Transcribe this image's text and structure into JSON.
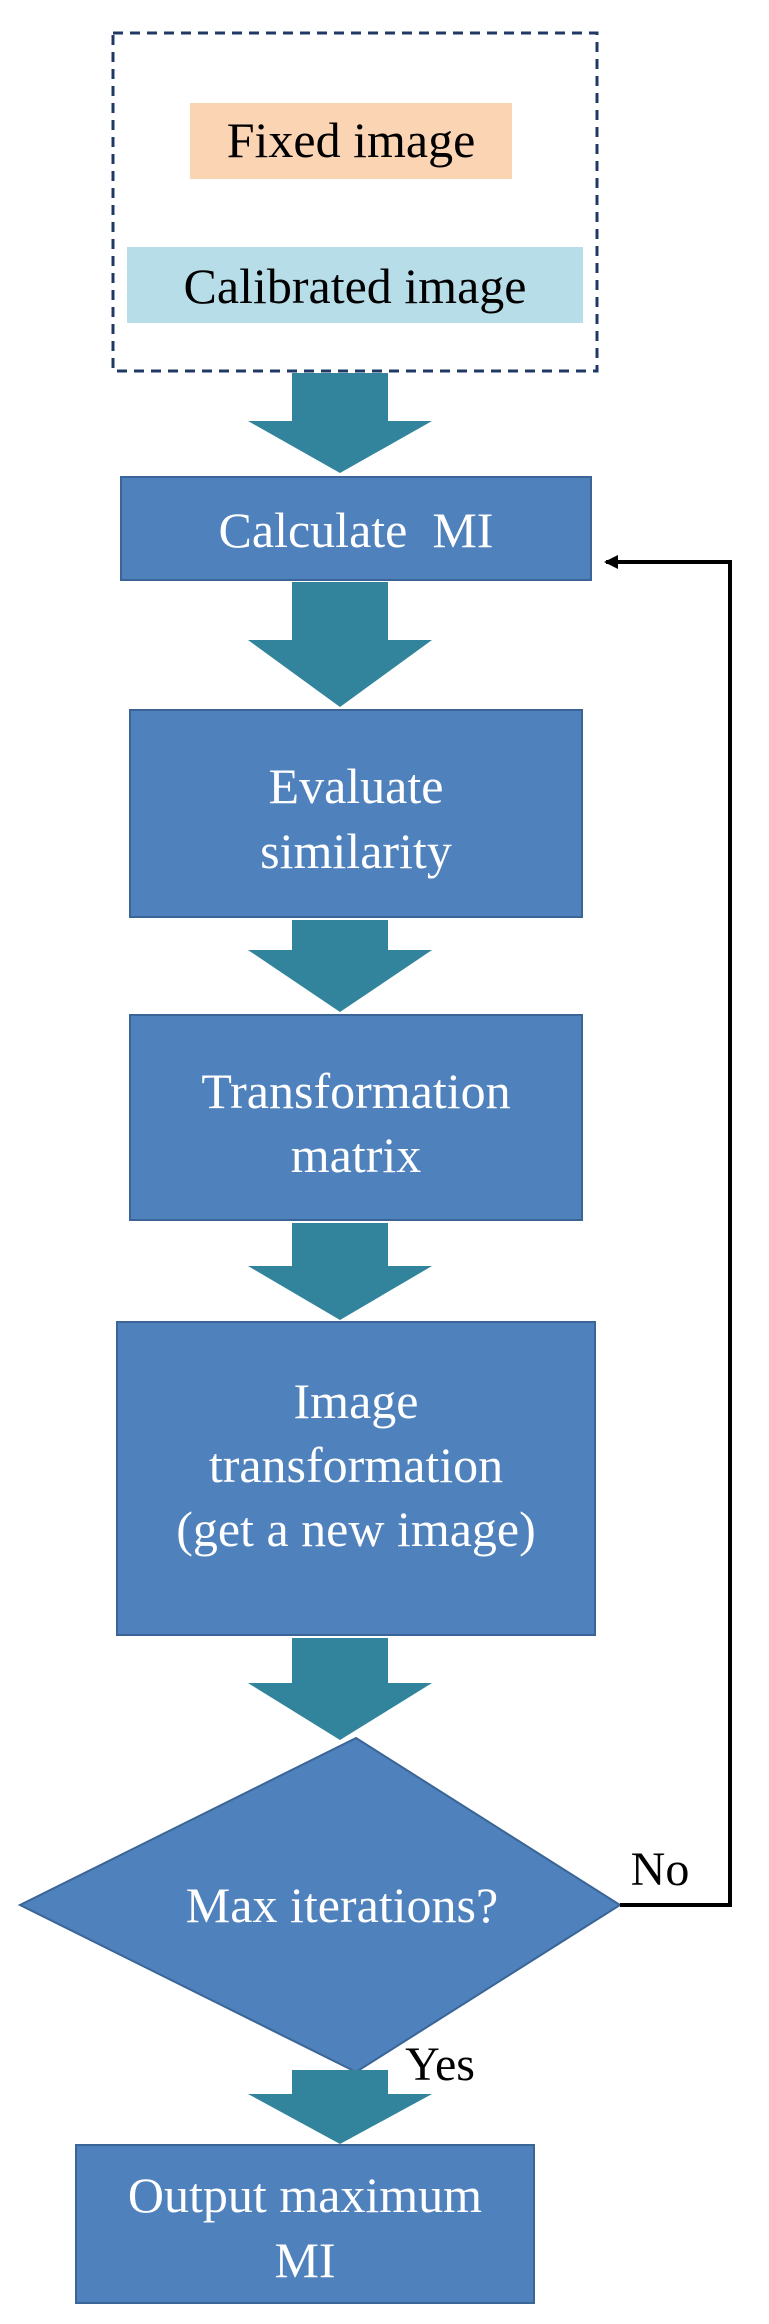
{
  "colors": {
    "box_fill": "#4f81bd",
    "box_stroke": "#3a6596",
    "arrow_fill": "#31849b",
    "fixed_fill": "#fbd4b4",
    "calibrated_fill": "#b7dde8",
    "dashed_border": "#1f3864",
    "loop_line": "#000000"
  },
  "input_group": {
    "fixed_label": "Fixed image",
    "calibrated_label": "Calibrated image"
  },
  "steps": {
    "calculate": "Calculate  MI",
    "evaluate_line1": "Evaluate",
    "evaluate_line2": "similarity",
    "transform_matrix_line1": "Transformation",
    "transform_matrix_line2": "matrix",
    "image_transform_line1": "Image",
    "image_transform_line2": "transformation",
    "image_transform_line3": "(get a new image)",
    "decision": "Max iterations?",
    "output_line1": "Output maximum",
    "output_line2": "MI"
  },
  "edges": {
    "no_label": "No",
    "yes_label": "Yes"
  }
}
